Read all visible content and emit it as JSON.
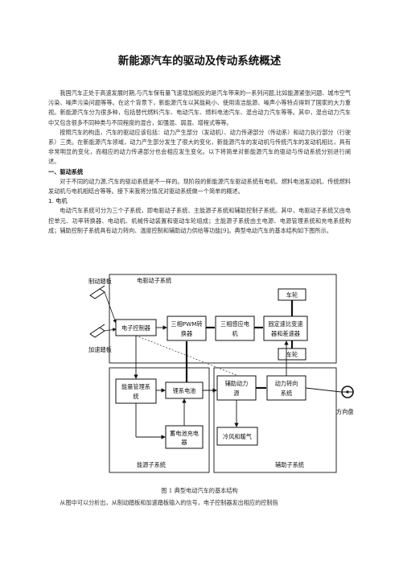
{
  "document": {
    "title": "新能源汽车的驱动及传动系统概述",
    "paragraphs": [
      "我国汽车正处于高速发展时期,与汽车保有量飞速增加相反的是汽车带来的一系列问题,比如能源紧张问题、城市空气污染、噪声污染问题等等。在这个背景下，新能源汽车以其能耗小、使用清洁能源、噪声小等特点得到了国家的大力重视。新能源汽车分为很多种，包括替代燃料汽车、电动汽车、燃料电池汽车、混合动力汽车等等。其中，混合动力汽车中又包含很多不同种类与不同程度的混合，如强混、弱混、增程式等等。",
      "按照汽车的构造，汽车的驱动应该包括：动力产生部分（发动机）、动力传递部分（传动系）和动力执行部分（行驶系）三类。在新能源汽车领域，动力产生部分发生了很大的变化，新能源汽车的发动机与传统汽车的发动机相比，具有非常明显的变化，而相应的动力传递部分也会相应发生变化。以下将简单对新能源汽车的驱动与传动系统分别进行阐述。"
    ],
    "section1_heading": "一、驱动系统",
    "section1_paragraph": "对于不同的动力源,汽车的驱动系统是不一样的。现阶段的新能源汽车驱动系统有电机、燃料电池发动机、传统燃料发动机与电机相结合等等。接下来我将分情况对驱动系统做一个简单的概述。",
    "subsection_heading": "1.   电机",
    "subsection_paragraph": "电动汽车系统可分为三个子系统，即电驱动子系统、主能源子系统和辅助控制子系统。其中，电驱动子系统又由电控单元、功率转换器、电动机、机械传动装置和驱动车轮组成；主能源子系统由主电源、电源管理系统和充电系统构成；辅助控制子系统具有动力转向、温度控制和辅助动力供给等功能[9]。典型电动汽车的基本结构如下图所示。",
    "figure_caption": "图 1  典型电动汽车的基本结构",
    "tail_paragraph": "从图中可以分析出，从制动踏板和加速踏板输入的信号，电子控制器发出相应的控制指"
  },
  "diagram": {
    "pedal_brake": "制动踏板",
    "pedal_accel": "加速踏板",
    "subsystem_drive": "电驱动子系统",
    "subsystem_energy": "能源子系统",
    "subsystem_aux": "辅助子系统",
    "electronic_controller": "电子控制器",
    "inverter_line1": "三相PWM转",
    "inverter_line2": "换器",
    "motor_line1": "三相感应电",
    "motor_line2": "机",
    "gearbox_line1": "固定速比变速",
    "gearbox_line2": "器和差速器",
    "wheel_top": "车轮",
    "wheel_bottom": "车轮",
    "bms_line1": "能量管理系",
    "bms_line2": "统",
    "battery": "锂系电池",
    "aux_power_line1": "辅助动力",
    "aux_power_line2": "源",
    "power_steering_line1": "动力转向",
    "power_steering_line2": "系统",
    "charger_line1": "蓄电池充电",
    "charger_line2": "器",
    "hvac": "冷风和暖气",
    "steering_wheel": "方向盘"
  }
}
